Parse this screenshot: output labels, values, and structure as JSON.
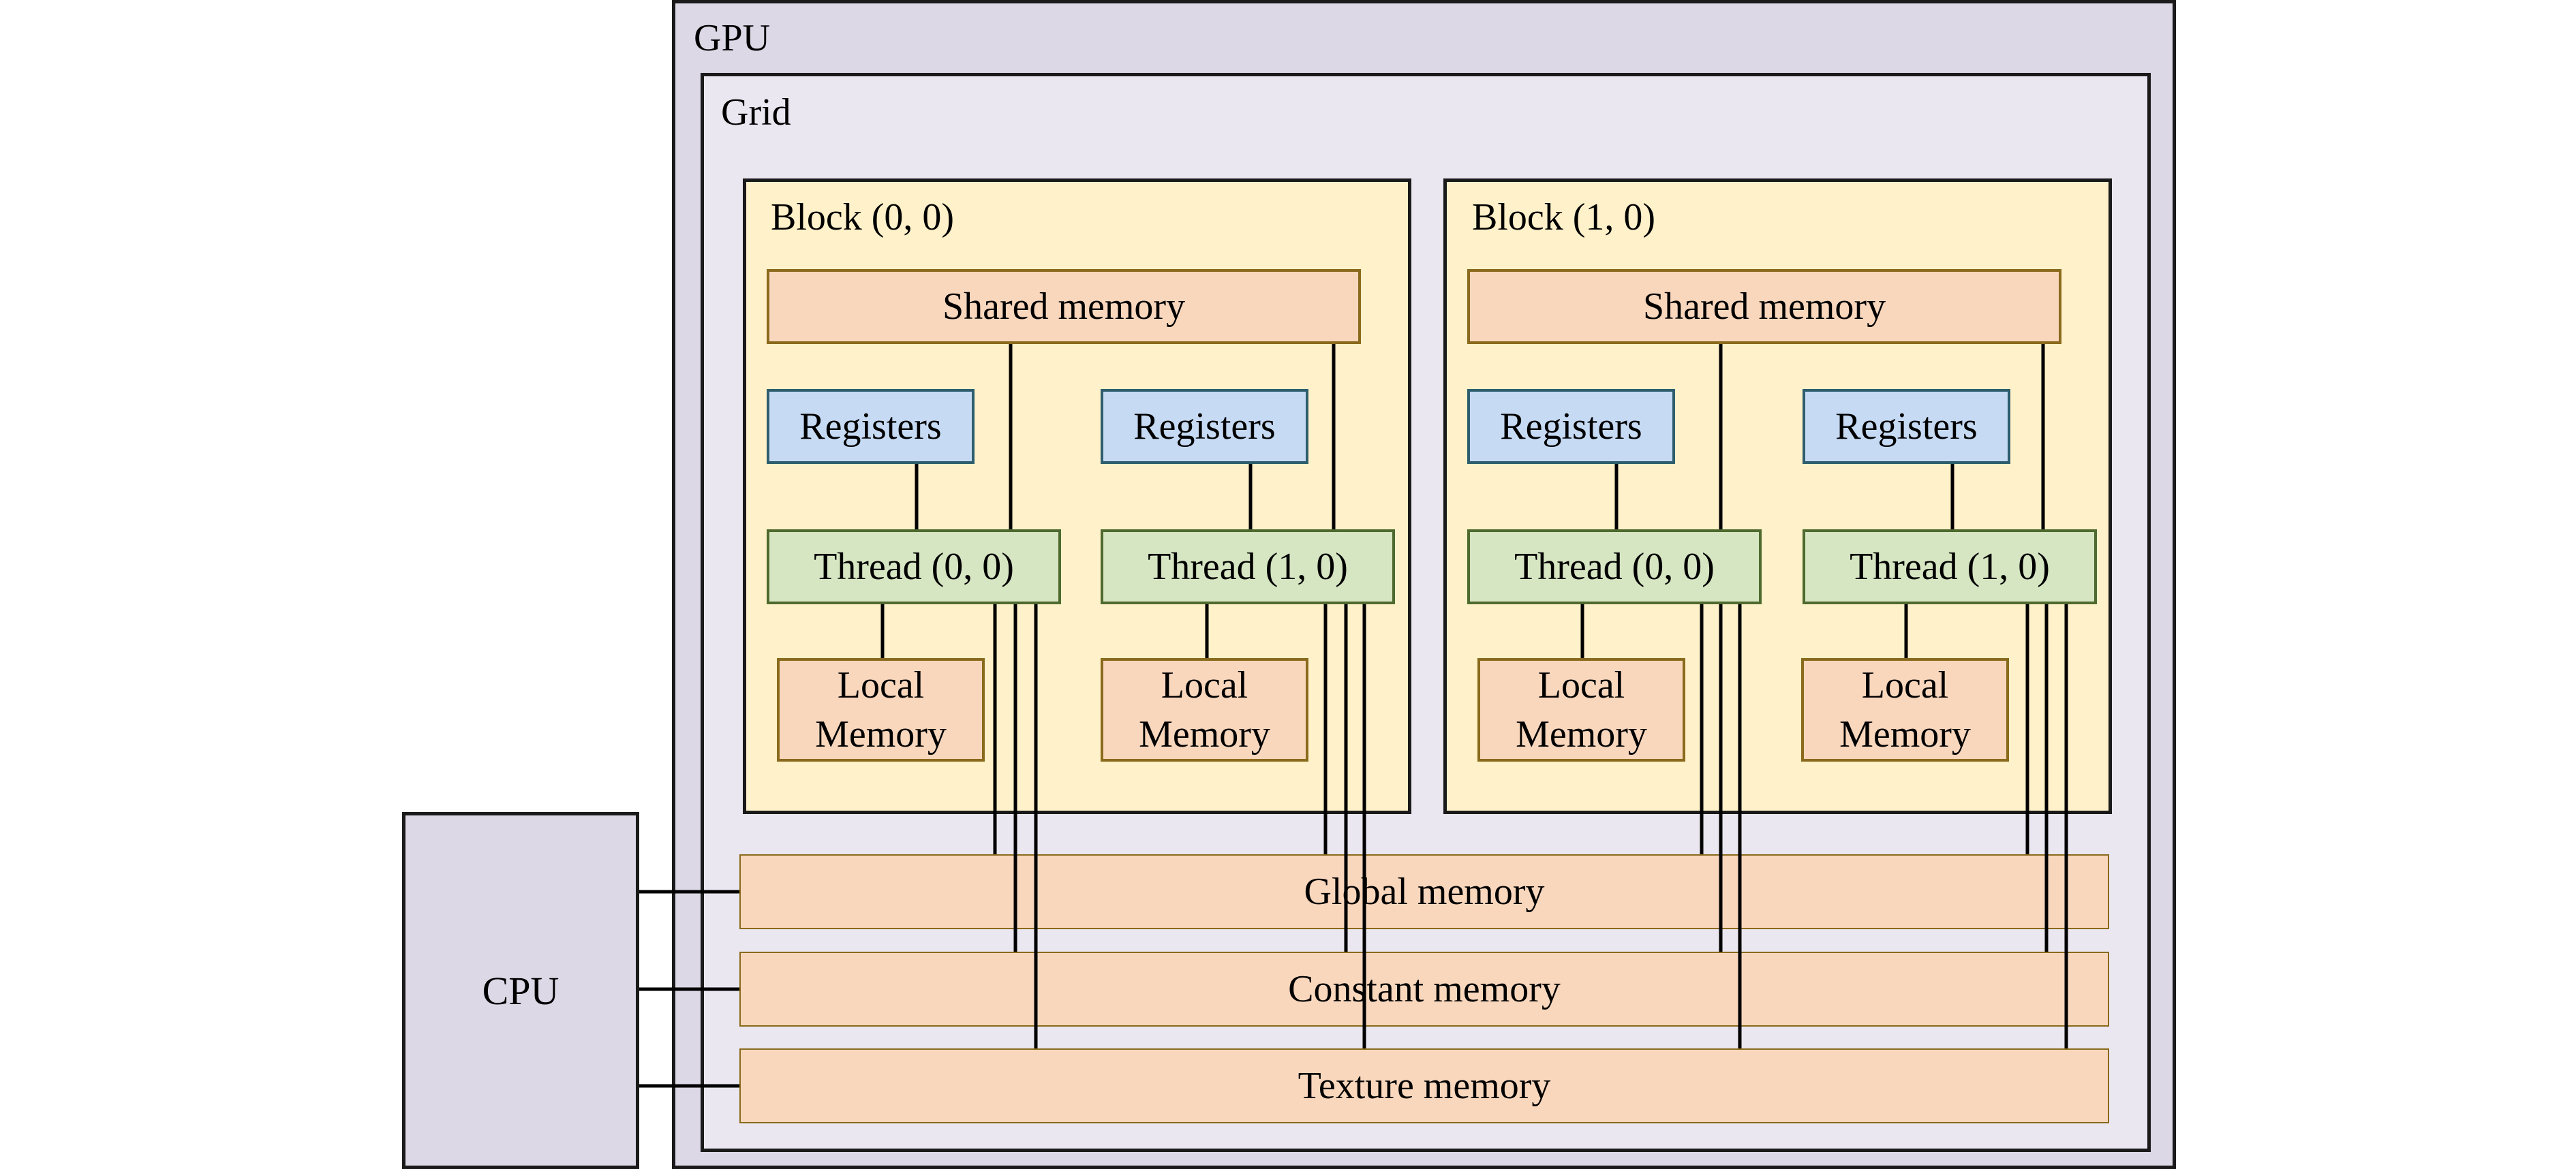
{
  "gpu": {
    "label": "GPU"
  },
  "grid": {
    "label": "Grid"
  },
  "cpu": {
    "label": "CPU"
  },
  "blocks": [
    {
      "label": "Block (0, 0)",
      "shared_memory": "Shared memory",
      "threads": [
        {
          "registers": "Registers",
          "thread": "Thread (0, 0)",
          "local": [
            "Local",
            "Memory"
          ]
        },
        {
          "registers": "Registers",
          "thread": "Thread (1, 0)",
          "local": [
            "Local",
            "Memory"
          ]
        }
      ]
    },
    {
      "label": "Block (1, 0)",
      "shared_memory": "Shared memory",
      "threads": [
        {
          "registers": "Registers",
          "thread": "Thread (0, 0)",
          "local": [
            "Local",
            "Memory"
          ]
        },
        {
          "registers": "Registers",
          "thread": "Thread (1, 0)",
          "local": [
            "Local",
            "Memory"
          ]
        }
      ]
    }
  ],
  "memories": {
    "global": "Global memory",
    "constant": "Constant memory",
    "texture": "Texture memory"
  }
}
